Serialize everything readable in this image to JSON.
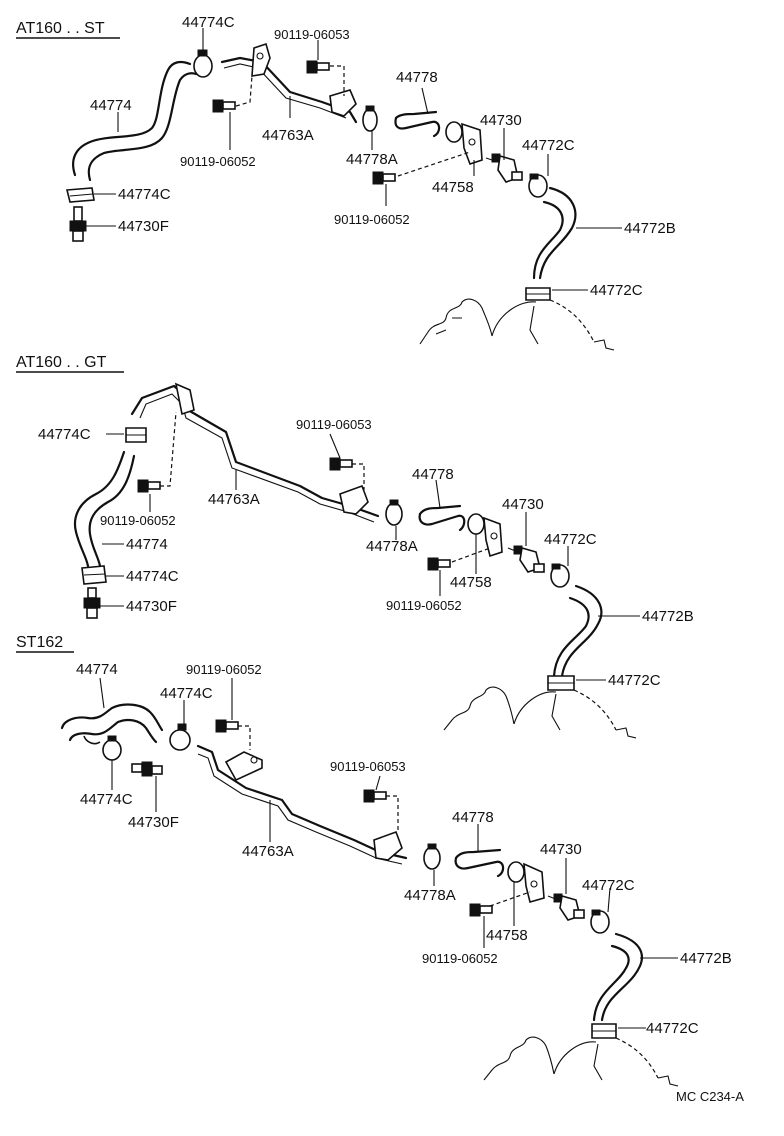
{
  "sections": [
    {
      "title": "AT160 . . ST"
    },
    {
      "title": "AT160 . . GT"
    },
    {
      "title": "ST162"
    }
  ],
  "labels": {
    "s1": {
      "clamp_top": "44774C",
      "bolt_top": "90119-06053",
      "hose_left": "44774",
      "pipe": "44763A",
      "bolt_mid": "90119-06052",
      "clamp_lower": "44774C",
      "union": "44730F",
      "hose_mid": "44778",
      "clamp_mid": "44778A",
      "valve": "44730",
      "clamp_right": "44772C",
      "bracket": "44758",
      "bolt_right": "90119-06052",
      "hose_right": "44772B",
      "clamp_bottom": "44772C"
    },
    "s2": {
      "clamp_left": "44774C",
      "bolt_top": "90119-06053",
      "pipe": "44763A",
      "bolt_left": "90119-06052",
      "hose_left": "44774",
      "clamp_lower": "44774C",
      "union": "44730F",
      "hose_mid": "44778",
      "clamp_mid": "44778A",
      "valve": "44730",
      "clamp_right": "44772C",
      "bracket": "44758",
      "bolt_right": "90119-06052",
      "hose_right": "44772B",
      "clamp_bottom": "44772C"
    },
    "s3": {
      "hose_left": "44774",
      "bolt_top": "90119-06052",
      "clamp_upper": "44774C",
      "clamp_lower": "44774C",
      "union": "44730F",
      "bolt_mid": "90119-06053",
      "pipe": "44763A",
      "hose_mid": "44778",
      "valve": "44730",
      "clamp_right": "44772C",
      "clamp_mid": "44778A",
      "bracket": "44758",
      "bolt_right": "90119-06052",
      "hose_right": "44772B",
      "clamp_bottom": "44772C"
    }
  },
  "ref_code": "MC C234-A"
}
